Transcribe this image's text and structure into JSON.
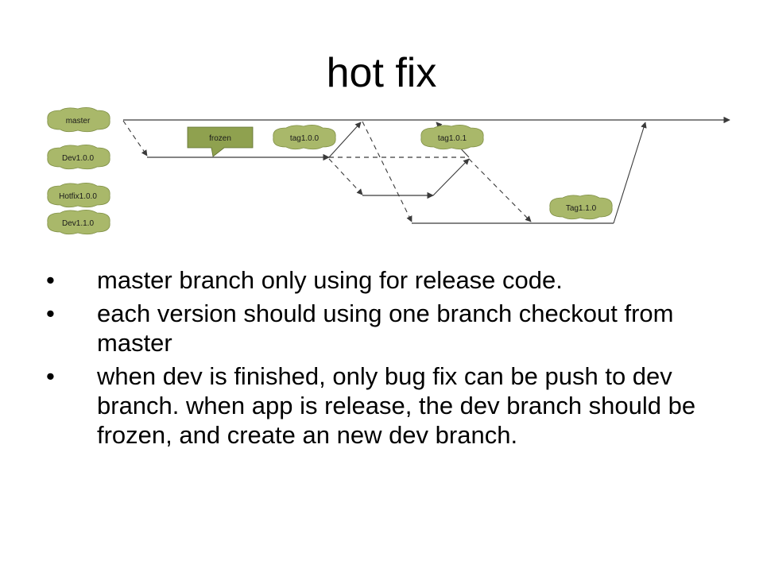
{
  "slide": {
    "title": "hot fix"
  },
  "diagram": {
    "branches": [
      "master",
      "Dev1.0.0",
      "Hotfix1.0.0",
      "Dev1.1.0"
    ],
    "callout": "frozen",
    "tags": [
      "tag1.0.0",
      "tag1.0.1",
      "Tag1.1.0"
    ],
    "colors": {
      "bubble_fill": "#a9b86a",
      "callout_fill": "#8fa14f",
      "line": "#3a3a3a"
    }
  },
  "bullets": [
    {
      "marker": "•",
      "text": "master branch only using for release code."
    },
    {
      "marker": "•",
      "text": "each version should using one branch checkout from master"
    },
    {
      "marker": "•",
      "text": "when dev is finished, only bug fix can be push to dev branch. when app is release, the dev branch should be frozen, and create an new dev branch."
    }
  ]
}
